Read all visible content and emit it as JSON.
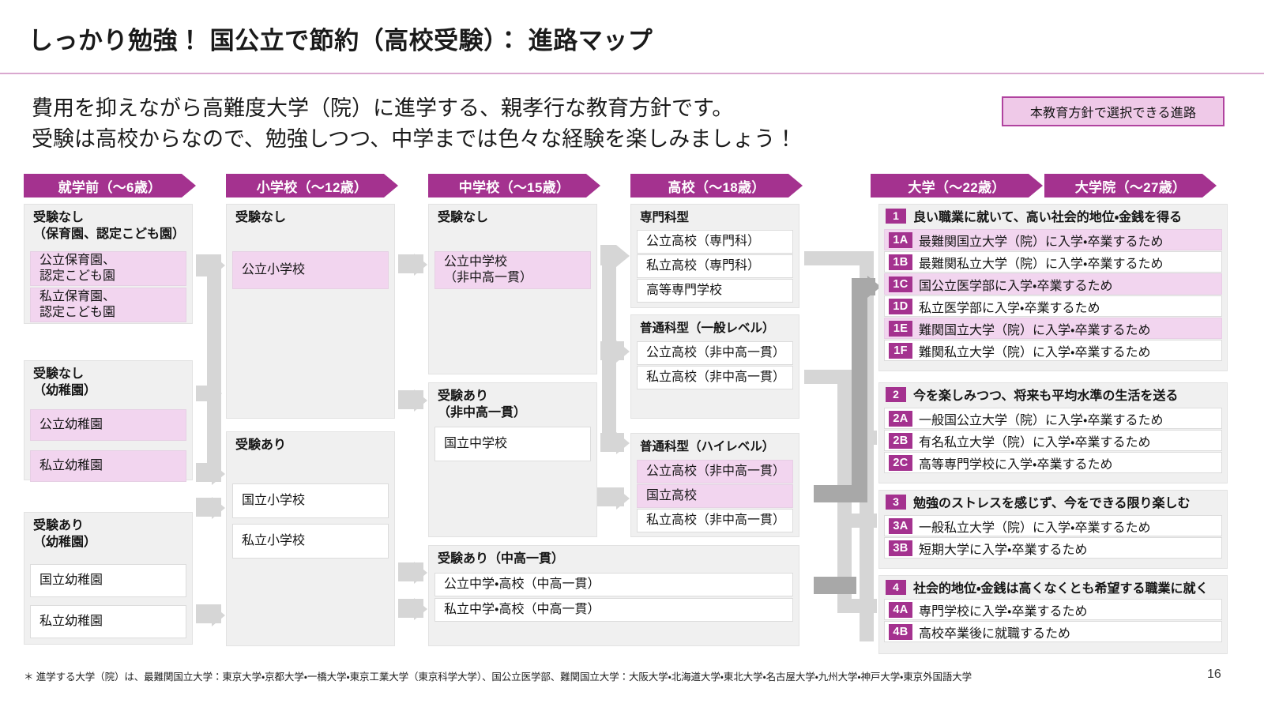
{
  "header": {
    "title": "しっかり勉強！ 国公立で節約（高校受験）： 進路マップ",
    "lead_line1": "費用を抑えながら高難度大学（院）に進学する、親孝行な教育方針です。",
    "lead_line2": "受験は高校からなので、勉強しつつ、中学までは色々な経験を楽しみましょう！",
    "legend": "本教育方針で選択できる進路"
  },
  "stages": [
    {
      "label": "就学前（〜6歳）"
    },
    {
      "label": "小学校（〜12歳）"
    },
    {
      "label": "中学校（〜15歳）"
    },
    {
      "label": "高校（〜18歳）"
    },
    {
      "label": "大学（〜22歳）"
    },
    {
      "label": "大学院（〜27歳）"
    }
  ],
  "preschool": {
    "group1": {
      "head": "受験なし\n（保育園、認定こども園）",
      "items": [
        {
          "label": "公立保育園、\n認定こども園",
          "highlight": true
        },
        {
          "label": "私立保育園、\n認定こども園",
          "highlight": true
        }
      ]
    },
    "group2": {
      "head": "受験なし\n（幼稚園）",
      "items": [
        {
          "label": "公立幼稚園",
          "highlight": true
        },
        {
          "label": "私立幼稚園",
          "highlight": true
        }
      ]
    },
    "group3": {
      "head": "受験あり\n（幼稚園）",
      "items": [
        {
          "label": "国立幼稚園",
          "highlight": false
        },
        {
          "label": "私立幼稚園",
          "highlight": false
        }
      ]
    }
  },
  "elementary": {
    "group1": {
      "head": "受験なし",
      "items": [
        {
          "label": "公立小学校",
          "highlight": true
        }
      ]
    },
    "group2": {
      "head": "受験あり",
      "items": [
        {
          "label": "国立小学校",
          "highlight": false
        },
        {
          "label": "私立小学校",
          "highlight": false
        }
      ]
    }
  },
  "juniorhigh": {
    "group1": {
      "head": "受験なし",
      "items": [
        {
          "label": "公立中学校\n（非中高一貫）",
          "highlight": true
        }
      ]
    },
    "group2": {
      "head": "受験あり\n（非中高一貫）",
      "items": [
        {
          "label": "国立中学校",
          "highlight": false
        }
      ]
    },
    "group3": {
      "head": "受験あり（中高一貫）",
      "items": [
        {
          "label": "公立中学・高校（中高一貫）",
          "highlight": false
        },
        {
          "label": "私立中学・高校（中高一貫）",
          "highlight": false
        }
      ]
    }
  },
  "highschool": {
    "group1": {
      "head": "専門科型",
      "items": [
        {
          "label": "公立高校（専門科）",
          "highlight": false
        },
        {
          "label": "私立高校（専門科）",
          "highlight": false
        },
        {
          "label": "高等専門学校",
          "highlight": false
        }
      ]
    },
    "group2": {
      "head": "普通科型（一般レベル）",
      "items": [
        {
          "label": "公立高校（非中高一貫）",
          "highlight": false
        },
        {
          "label": "私立高校（非中高一貫）",
          "highlight": false
        }
      ]
    },
    "group3": {
      "head": "普通科型（ハイレベル）",
      "items": [
        {
          "label": "公立高校（非中高一貫）",
          "highlight": true
        },
        {
          "label": "国立高校",
          "highlight": true
        },
        {
          "label": "私立高校（非中高一貫）",
          "highlight": false
        }
      ]
    }
  },
  "outcomes": [
    {
      "num": "1",
      "head": "良い職業に就いて、高い社会的地位・金銭を得る",
      "rows": [
        {
          "code": "1A",
          "label": "最難関国立大学（院）に入学・卒業するため",
          "highlight": true
        },
        {
          "code": "1B",
          "label": "最難関私立大学（院）に入学・卒業するため",
          "highlight": false
        },
        {
          "code": "1C",
          "label": "国公立医学部に入学・卒業するため",
          "highlight": true
        },
        {
          "code": "1D",
          "label": "私立医学部に入学・卒業するため",
          "highlight": false
        },
        {
          "code": "1E",
          "label": "難関国立大学（院）に入学・卒業するため",
          "highlight": true
        },
        {
          "code": "1F",
          "label": "難関私立大学（院）に入学・卒業するため",
          "highlight": false
        }
      ]
    },
    {
      "num": "2",
      "head": "今を楽しみつつ、将来も平均水準の生活を送る",
      "rows": [
        {
          "code": "2A",
          "label": "一般国公立大学（院）に入学・卒業するため",
          "highlight": false
        },
        {
          "code": "2B",
          "label": "有名私立大学（院）に入学・卒業するため",
          "highlight": false
        },
        {
          "code": "2C",
          "label": "高等専門学校に入学・卒業するため",
          "highlight": false
        }
      ]
    },
    {
      "num": "3",
      "head": "勉強のストレスを感じず、今をできる限り楽しむ",
      "rows": [
        {
          "code": "3A",
          "label": "一般私立大学（院）に入学・卒業するため",
          "highlight": false
        },
        {
          "code": "3B",
          "label": "短期大学に入学・卒業するため",
          "highlight": false
        }
      ]
    },
    {
      "num": "4",
      "head": "社会的地位・金銭は高くなくとも希望する職業に就く",
      "rows": [
        {
          "code": "4A",
          "label": "専門学校に入学・卒業するため",
          "highlight": false
        },
        {
          "code": "4B",
          "label": "高校卒業後に就職するため",
          "highlight": false
        }
      ]
    }
  ],
  "footer": {
    "note": "＊ 進学する大学（院）は、最難関国立大学：東京大学・京都大学・一橋大学・東京工業大学（東京科学大学）、国公立医学部、難関国立大学：大阪大学・北海道大学・東北大学・名古屋大学・九州大学・神戸大学・東京外国語大学",
    "page": "16"
  }
}
